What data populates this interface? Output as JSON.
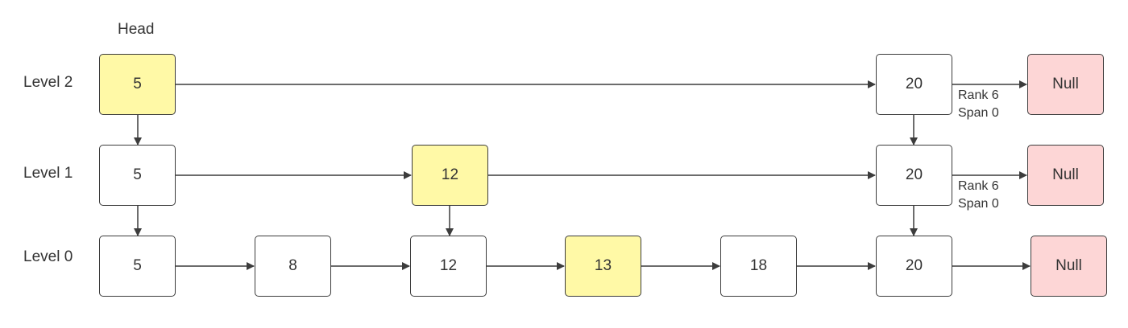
{
  "head_label": "Head",
  "levels": {
    "l2": "Level 2",
    "l1": "Level 1",
    "l0": "Level 0"
  },
  "level2": {
    "head": "5",
    "n20": "20",
    "null": "Null",
    "rank": "Rank 6",
    "span": "Span 0"
  },
  "level1": {
    "head": "5",
    "n12": "12",
    "n20": "20",
    "null": "Null",
    "rank": "Rank 6",
    "span": "Span 0"
  },
  "level0": {
    "n5": "5",
    "n8": "8",
    "n12": "12",
    "n13": "13",
    "n18": "18",
    "n20": "20",
    "null": "Null"
  },
  "colors": {
    "highlight": "#fff9a6",
    "null_fill": "#fdd6d6",
    "border": "#3c3c3c",
    "arrow": "#3c3c3c"
  }
}
